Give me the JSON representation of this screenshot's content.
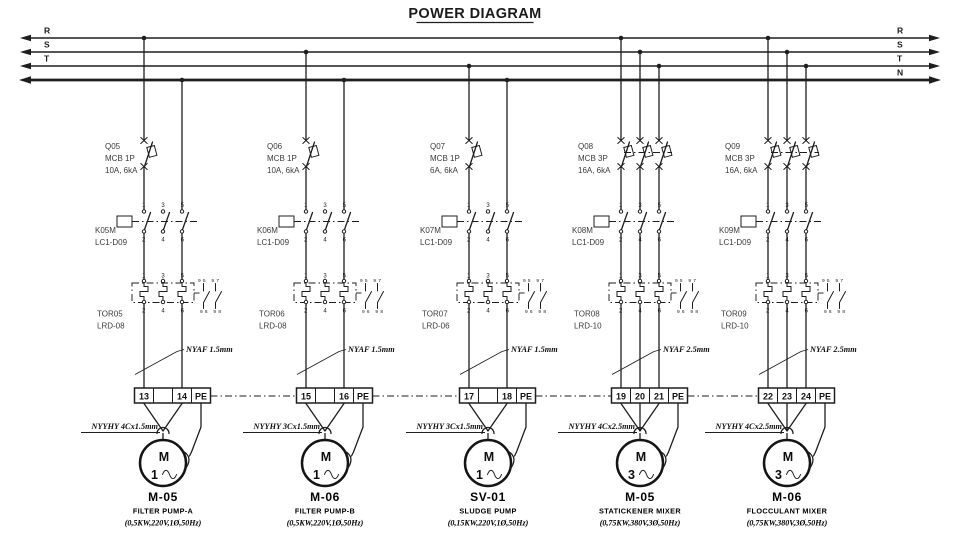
{
  "title": "POWER DIAGRAM",
  "colors": {
    "ink": "#1e1e1e",
    "label_text": "#3c3c3c",
    "background": "#ffffff"
  },
  "buses": {
    "left_labels": [
      "R",
      "S",
      "T"
    ],
    "right_labels": [
      "R",
      "S",
      "T",
      "N"
    ]
  },
  "symbols": {
    "contactor_top_terms": "1 3 5",
    "contactor_bottom_terms": "2 4 6",
    "tor_top_terms": "1 3 5",
    "tor_bottom_terms": "2 4 6",
    "aux_top_terms": "95 97",
    "aux_bottom_terms": "96 98"
  },
  "branches": [
    {
      "breaker_name": "Q05",
      "breaker_type": "MCB 1P",
      "breaker_rating": "10A, 6kA",
      "contactor_name": "K05M",
      "contactor_type": "LC1-D09",
      "overload_name": "TOR05",
      "overload_type": "LRD-08",
      "wire_label": "NYAF 1.5mm",
      "terminals": [
        "13",
        "",
        "14",
        "PE"
      ],
      "cable_label": "NYYHY 4Cx1.5mm",
      "motor_letter": "M",
      "motor_phase": "1",
      "tag": "M-05",
      "equipment": "FILTER PUMP-A",
      "spec": "(0,5KW,220V,1Ø,50Hz)"
    },
    {
      "breaker_name": "Q06",
      "breaker_type": "MCB 1P",
      "breaker_rating": "10A, 6kA",
      "contactor_name": "K06M",
      "contactor_type": "LC1-D09",
      "overload_name": "TOR06",
      "overload_type": "LRD-08",
      "wire_label": "NYAF 1.5mm",
      "terminals": [
        "15",
        "",
        "16",
        "PE"
      ],
      "cable_label": "NYYHY 3Cx1.5mm",
      "motor_letter": "M",
      "motor_phase": "1",
      "tag": "M-06",
      "equipment": "FILTER PUMP-B",
      "spec": "(0,5KW,220V,1Ø,50Hz)"
    },
    {
      "breaker_name": "Q07",
      "breaker_type": "MCB 1P",
      "breaker_rating": "6A, 6kA",
      "contactor_name": "K07M",
      "contactor_type": "LC1-D09",
      "overload_name": "TOR07",
      "overload_type": "LRD-06",
      "wire_label": "NYAF 1.5mm",
      "terminals": [
        "17",
        "",
        "18",
        "PE"
      ],
      "cable_label": "NYYHY 3Cx1.5mm",
      "motor_letter": "M",
      "motor_phase": "1",
      "tag": "SV-01",
      "equipment": "SLUDGE PUMP",
      "spec": "(0,15KW,220V,1Ø,50Hz)"
    },
    {
      "breaker_name": "Q08",
      "breaker_type": "MCB 3P",
      "breaker_rating": "16A, 6kA",
      "contactor_name": "K08M",
      "contactor_type": "LC1-D09",
      "overload_name": "TOR08",
      "overload_type": "LRD-10",
      "wire_label": "NYAF 2.5mm",
      "terminals": [
        "19",
        "20",
        "21",
        "PE"
      ],
      "cable_label": "NYYHY 4Cx2.5mm",
      "motor_letter": "M",
      "motor_phase": "3",
      "tag": "M-05",
      "equipment": "STATICKENER MIXER",
      "spec": "(0,75KW,380V,3Ø,50Hz)"
    },
    {
      "breaker_name": "Q09",
      "breaker_type": "MCB 3P",
      "breaker_rating": "16A, 6kA",
      "contactor_name": "K09M",
      "contactor_type": "LC1-D09",
      "overload_name": "TOR09",
      "overload_type": "LRD-10",
      "wire_label": "NYAF 2.5mm",
      "terminals": [
        "22",
        "23",
        "24",
        "PE"
      ],
      "cable_label": "NYYHY 4Cx2.5mm",
      "motor_letter": "M",
      "motor_phase": "3",
      "tag": "M-06",
      "equipment": "FLOCCULANT MIXER",
      "spec": "(0,75KW,380V,3Ø,50Hz)"
    }
  ]
}
